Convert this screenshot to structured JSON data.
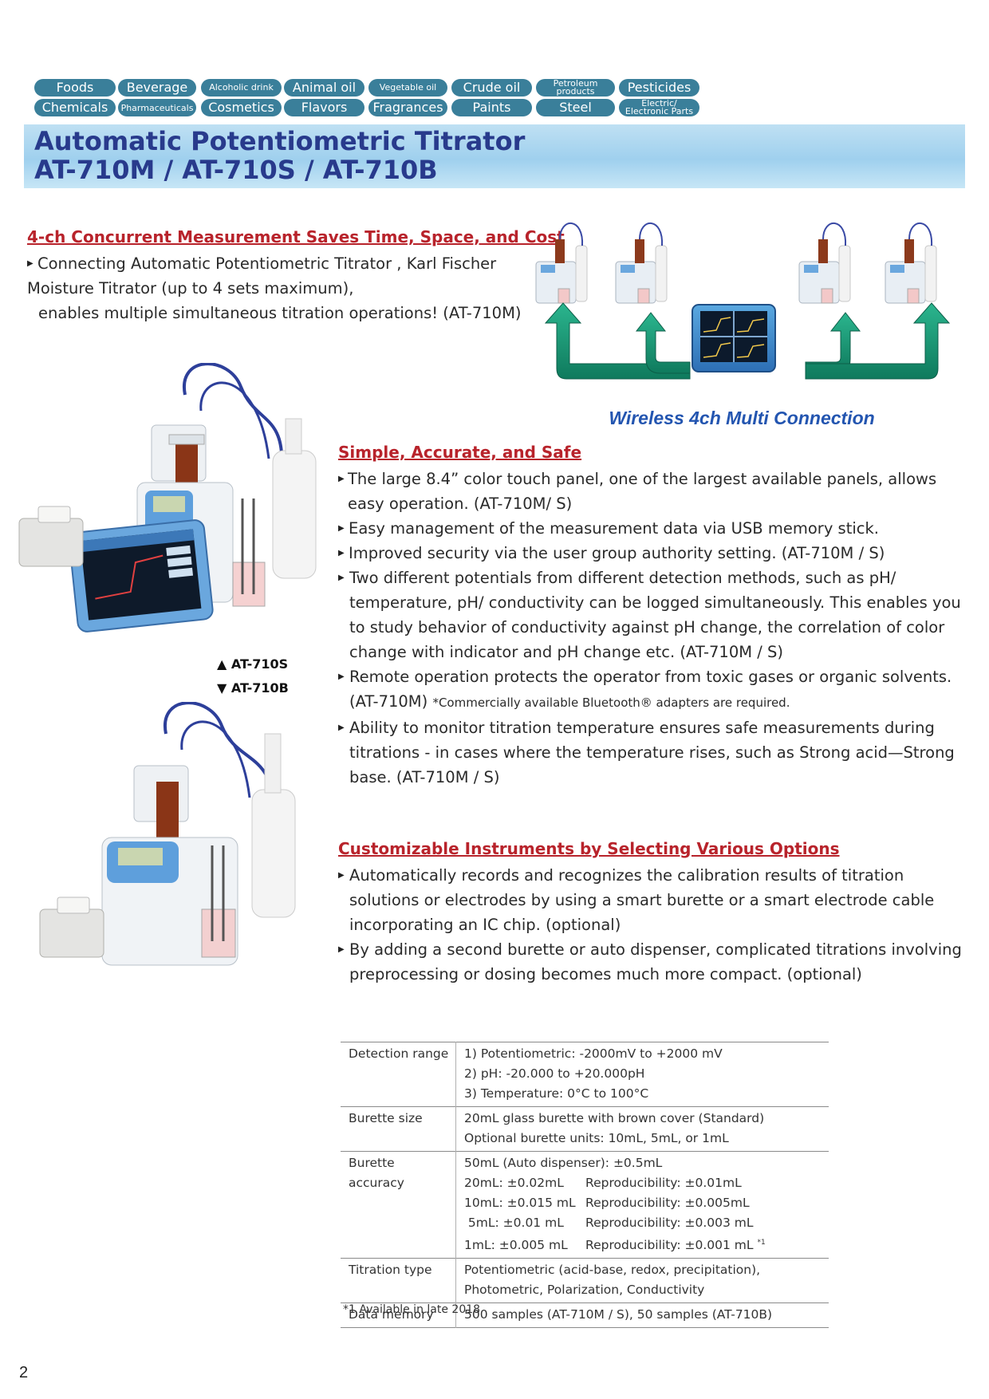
{
  "tags": [
    {
      "label": "Foods"
    },
    {
      "label": "Beverage"
    },
    {
      "label": "Alcoholic drink"
    },
    {
      "label": "Animal oil"
    },
    {
      "label": "Vegetable oil"
    },
    {
      "label": "Crude oil"
    },
    {
      "label": "Petroleum products"
    },
    {
      "label": "Pesticides"
    },
    {
      "label": "Chemicals"
    },
    {
      "label": "Pharmaceuticals"
    },
    {
      "label": "Cosmetics"
    },
    {
      "label": "Flavors"
    },
    {
      "label": "Fragrances"
    },
    {
      "label": "Paints"
    },
    {
      "label": "Steel"
    },
    {
      "label": "Electric/ Electronic Parts"
    }
  ],
  "title": {
    "line1": "Automatic Potentiometric Titrator",
    "line2": "AT-710M / AT-710S / AT-710B"
  },
  "section1": {
    "heading": "4-ch Concurrent Measurement Saves Time, Space, and Cost",
    "line1": "Connecting Automatic Potentiometric Titrator , Karl Fischer",
    "line2": "Moisture Titrator (up to 4 sets maximum),",
    "line3": "enables multiple simultaneous titration operations! (AT-710M)"
  },
  "diagram": {
    "caption": "Wireless 4ch Multi Connection"
  },
  "section2": {
    "heading": "Simple, Accurate, and Safe",
    "b1": "The large 8.4” color touch panel, one of the largest available panels, allows easy operation. (AT-710M/ S)",
    "b2": "Easy management of the measurement data via USB memory stick.",
    "b3": "Improved security via the user group authority setting. (AT-710M / S)",
    "b4": "Two different potentials from different detection methods, such as pH/ temperature, pH/ conductivity can be logged simultaneously. This enables you to study behavior of conductivity against pH change, the correlation of color change with indicator and pH change etc. (AT-710M / S)",
    "b5": "Remote operation protects the operator from toxic gases or organic solvents. (AT-710M)",
    "b5_note": "*Commercially available Bluetooth® adapters are required.",
    "b6": "Ability to monitor titration temperature ensures safe measurements during titrations - in cases where the temperature rises, such as Strong acid—Strong base. (AT-710M / S)"
  },
  "section3": {
    "heading": "Customizable Instruments by Selecting Various Options",
    "b1": "Automatically records and recognizes the calibration results of titration solutions or electrodes by using a smart burette or a smart electrode cable incorporating an IC chip. (optional)",
    "b2": "By adding a second burette or auto dispenser, complicated titrations involving preprocessing or dosing becomes much more compact. (optional)"
  },
  "labels": {
    "at710s": "▲ AT-710S",
    "at710b": "▼ AT-710B"
  },
  "spec": {
    "detection": {
      "label": "Detection range",
      "l1": "1) Potentiometric: -2000mV to +2000 mV",
      "l2": "2) pH: -20.000 to +20.000pH",
      "l3": "3) Temperature: 0°C to 100°C"
    },
    "burette_size": {
      "label": "Burette size",
      "l1": "20mL glass burette with brown cover (Standard)",
      "l2": "Optional burette units: 10mL, 5mL, or 1mL"
    },
    "burette_accuracy": {
      "label": "Burette accuracy",
      "l1": "50mL (Auto dispenser): ±0.5mL",
      "r2a": "20mL: ±0.02mL",
      "r2b": "Reproducibility: ±0.01mL",
      "r3a": "10mL: ±0.015 mL",
      "r3b": "Reproducibility: ±0.005mL",
      "r4a": " 5mL: ±0.01 mL",
      "r4b": "Reproducibility: ±0.003 mL",
      "r5a": "1mL: ±0.005 mL",
      "r5b": "Reproducibility: ±0.001 mL",
      "r5note": "*1"
    },
    "titration": {
      "label": "Titration type",
      "l1": "Potentiometric (acid-base, redox, precipitation),",
      "l2": "Photometric, Polarization, Conductivity"
    },
    "memory": {
      "label": "Data memory",
      "l1": "500 samples (AT-710M / S), 50 samples (AT-710B)"
    },
    "footnote": "*1 Available in late 2018"
  },
  "page_number": "2",
  "colors": {
    "tag_bg": "#3a7f9a",
    "title_text": "#283a8c",
    "heading_red": "#b8232b",
    "arrow_green": "#1a9a78"
  }
}
